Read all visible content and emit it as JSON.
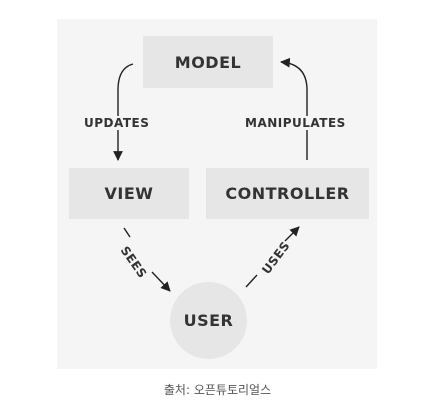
{
  "nodes": {
    "model": "MODEL",
    "view": "VIEW",
    "controller": "CONTROLLER",
    "user": "USER"
  },
  "edges": {
    "updates": "UPDATES",
    "manipulates": "MANIPULATES",
    "sees": "SEES",
    "uses": "USES"
  },
  "caption": "출처: 오픈튜토리얼스",
  "colors": {
    "figure_background": "#f5f5f5",
    "node_fill": "#e6e6e6",
    "text": "#333333",
    "arrow": "#222222"
  }
}
